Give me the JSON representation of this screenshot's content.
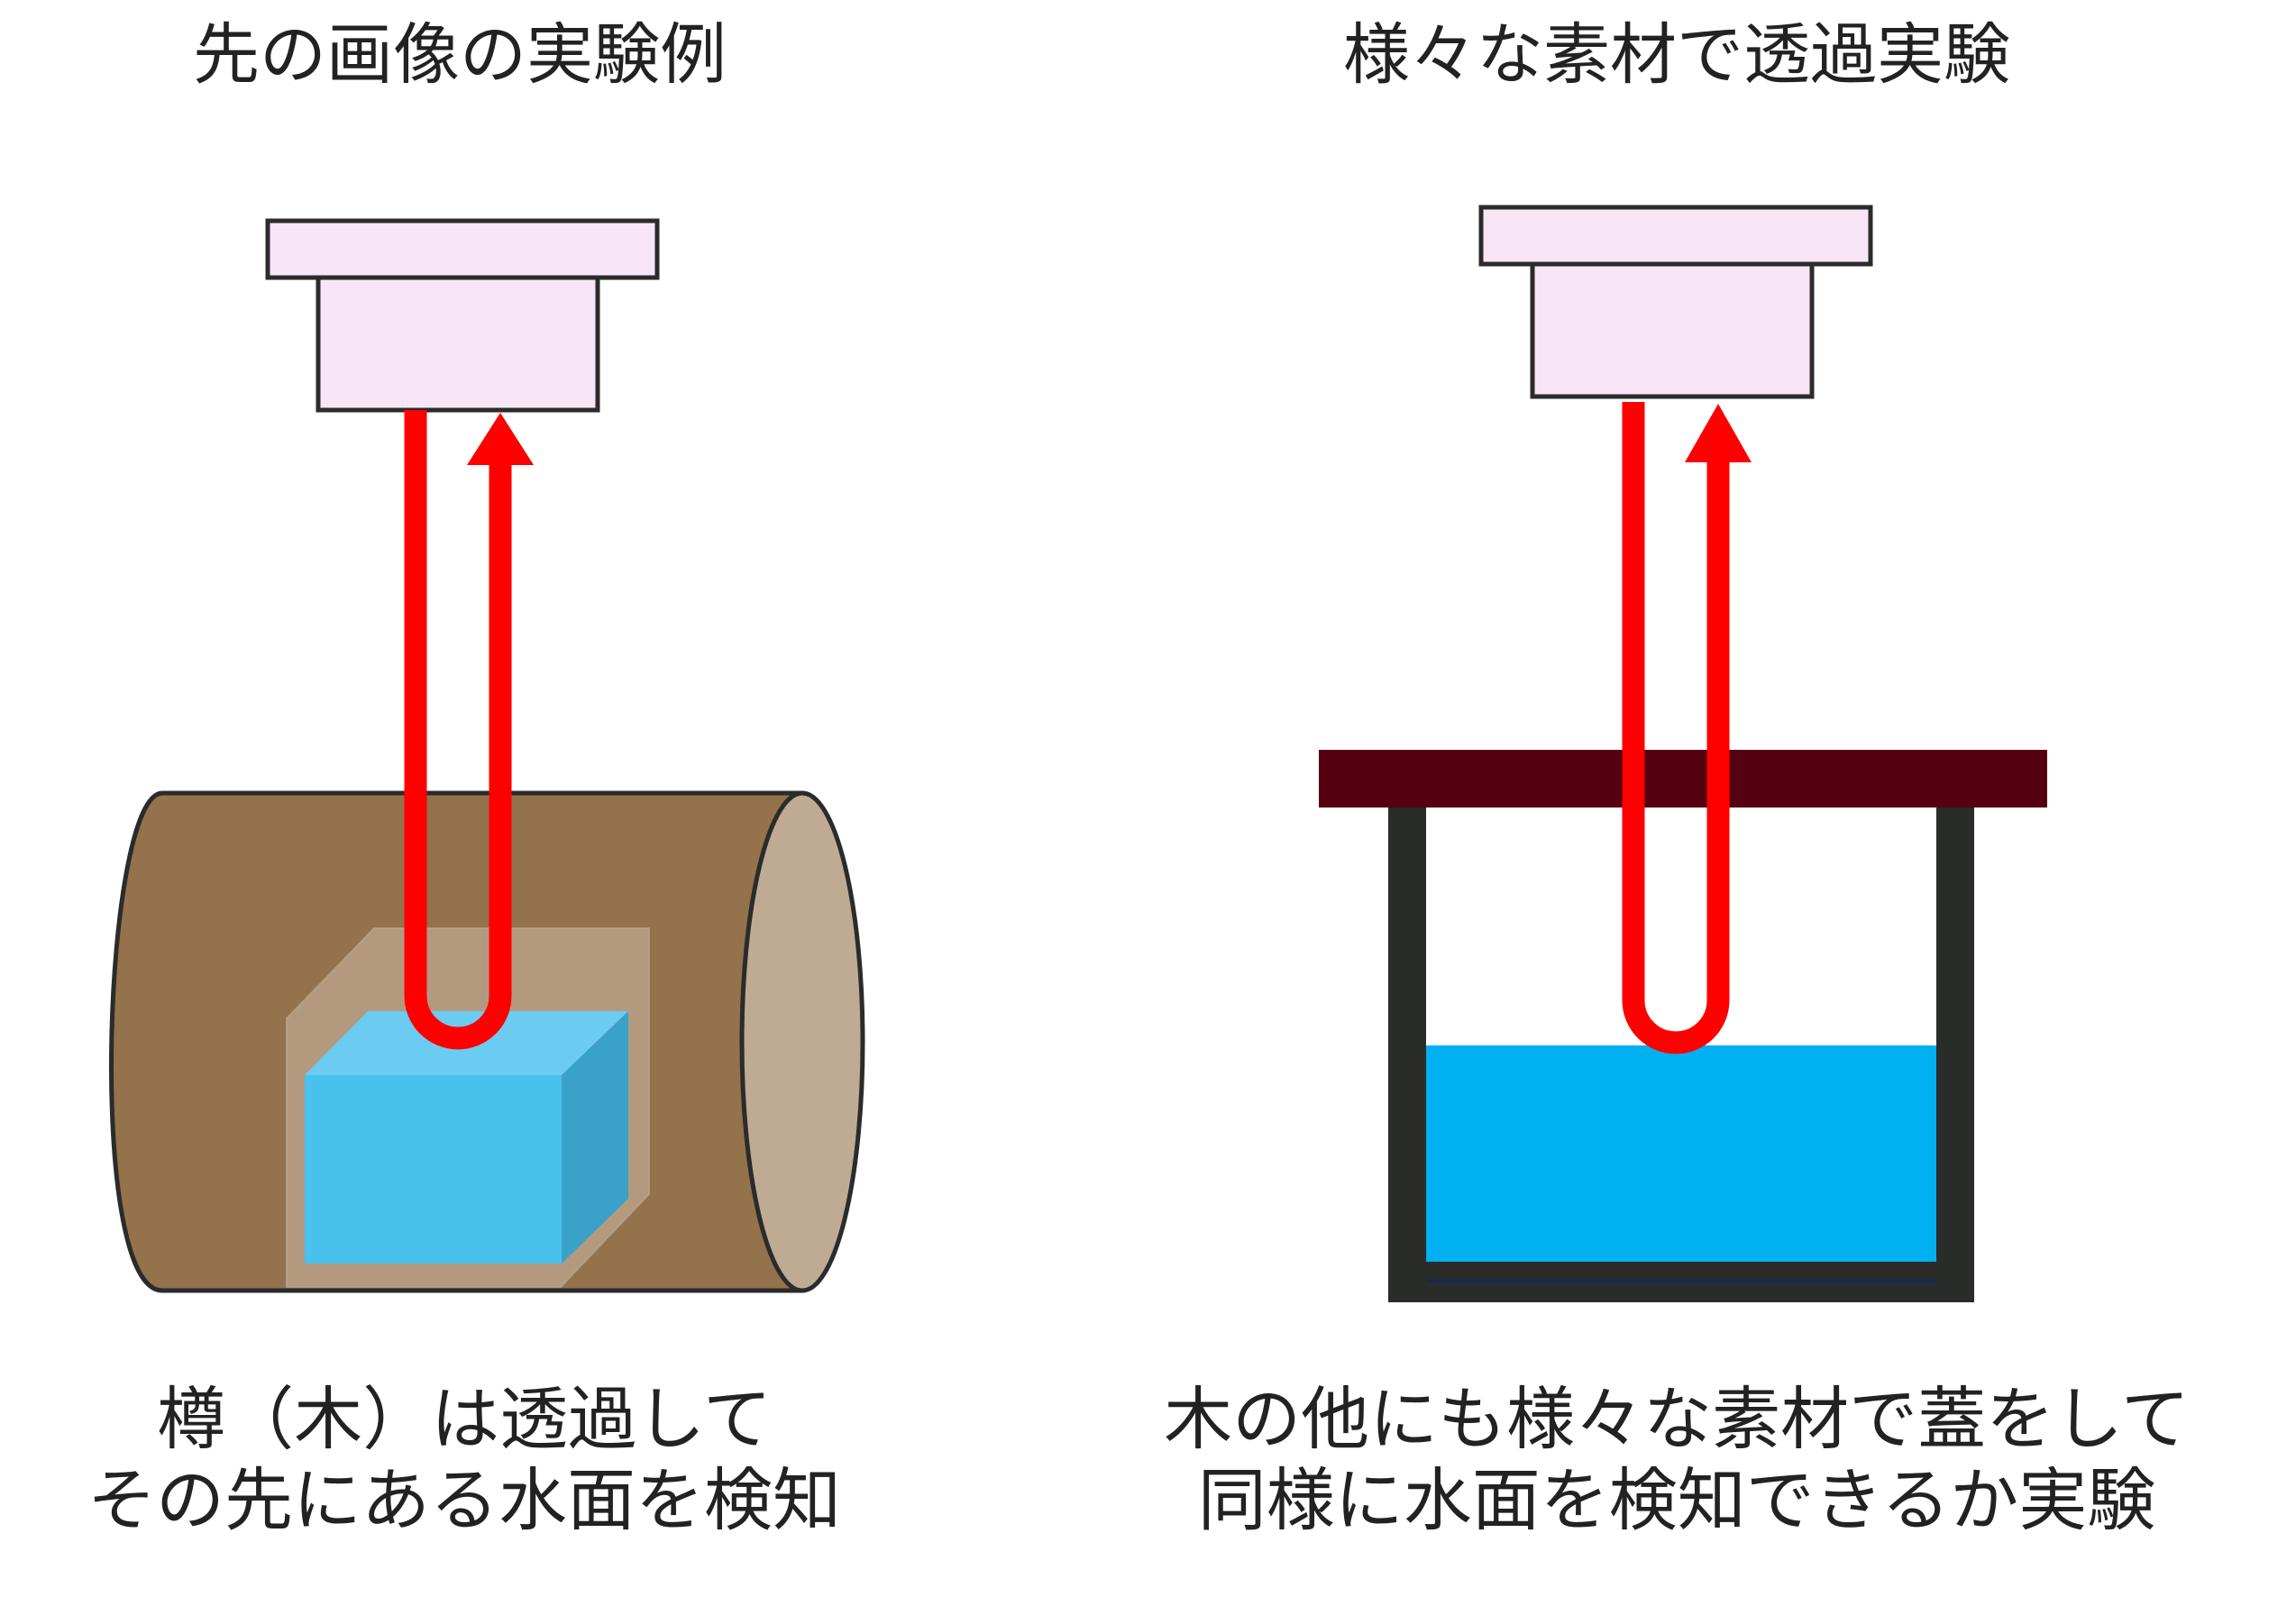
{
  "left": {
    "title": "先の画像の実験例",
    "caption_line1": "樽（木）は透過して",
    "caption_line2": "その先にある水面を検知"
  },
  "right": {
    "title": "様々な素材で透過実験",
    "caption_line1": "木の他にも様々な素材で蓋をして",
    "caption_line2": "同様に水面を検知できるか実験"
  },
  "colors": {
    "sensor_fill": "#f8e6f6",
    "outline": "#2b2b2b",
    "signal_red": "#ff0000",
    "barrel_body": "#93724c",
    "barrel_end": "#bfab93",
    "translucent_box": "#c8b6a2",
    "water_cube_front": "#48c1ec",
    "water_cube_top": "#6ccbf0",
    "water_cube_side": "#3aa1c8",
    "lid": "#550010",
    "container_wall": "#2a2c2a",
    "water": "#00b0f0"
  },
  "icons": {
    "sensor": "sensor-icon",
    "signal": "signal-arrow-icon",
    "barrel": "barrel-icon",
    "container": "container-icon"
  }
}
